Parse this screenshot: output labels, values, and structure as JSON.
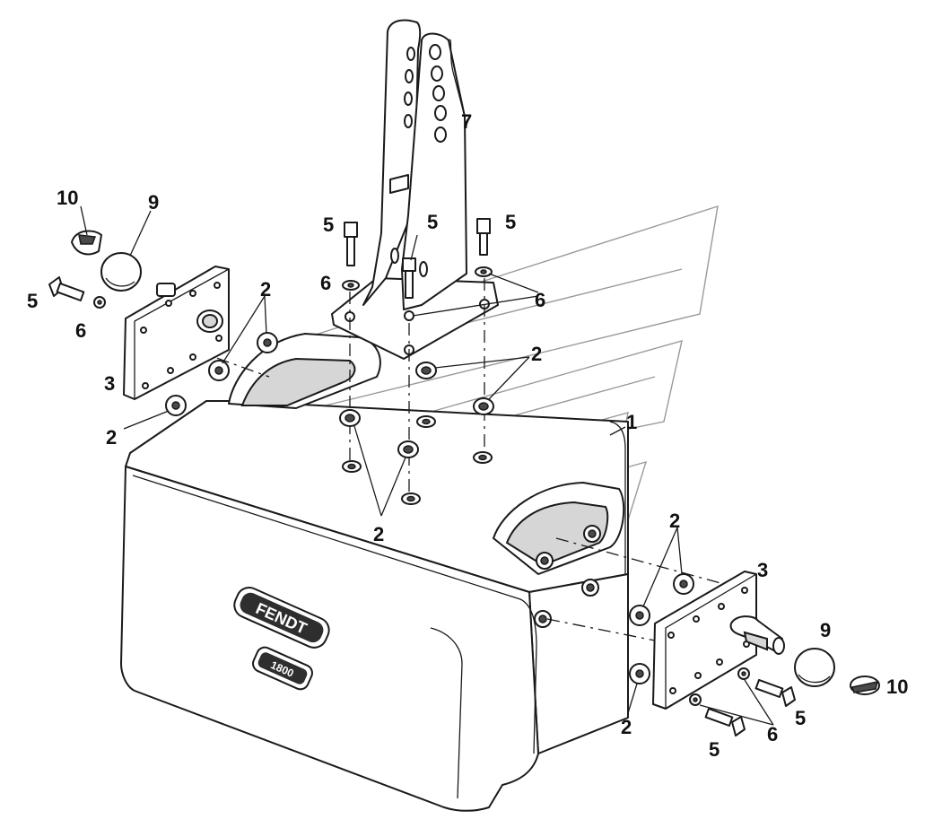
{
  "callouts": [
    {
      "id": "lbl-7",
      "text": "7"
    },
    {
      "id": "lbl-10-left",
      "text": "10"
    },
    {
      "id": "lbl-9-left",
      "text": "9"
    },
    {
      "id": "lbl-5-topleft",
      "text": "5"
    },
    {
      "id": "lbl-5-topmid",
      "text": "5"
    },
    {
      "id": "lbl-5-topright",
      "text": "5"
    },
    {
      "id": "lbl-6-topleft",
      "text": "6"
    },
    {
      "id": "lbl-6-topright",
      "text": "6"
    },
    {
      "id": "lbl-5-left",
      "text": "5"
    },
    {
      "id": "lbl-6-left",
      "text": "6"
    },
    {
      "id": "lbl-2-upperleft",
      "text": "2"
    },
    {
      "id": "lbl-3-left",
      "text": "3"
    },
    {
      "id": "lbl-2-lowerleft",
      "text": "2"
    },
    {
      "id": "lbl-2-topright",
      "text": "2"
    },
    {
      "id": "lbl-1",
      "text": "1"
    },
    {
      "id": "lbl-2-center",
      "text": "2"
    },
    {
      "id": "lbl-2-right",
      "text": "2"
    },
    {
      "id": "lbl-3-right",
      "text": "3"
    },
    {
      "id": "lbl-9-right",
      "text": "9"
    },
    {
      "id": "lbl-10-right",
      "text": "10"
    },
    {
      "id": "lbl-5-lowerright",
      "text": "5"
    },
    {
      "id": "lbl-6-lowerright",
      "text": "6"
    },
    {
      "id": "lbl-5-bottom",
      "text": "5"
    },
    {
      "id": "lbl-2-bottom",
      "text": "2"
    }
  ],
  "weight_badge": {
    "brand": "FENDT",
    "code": "1800"
  }
}
